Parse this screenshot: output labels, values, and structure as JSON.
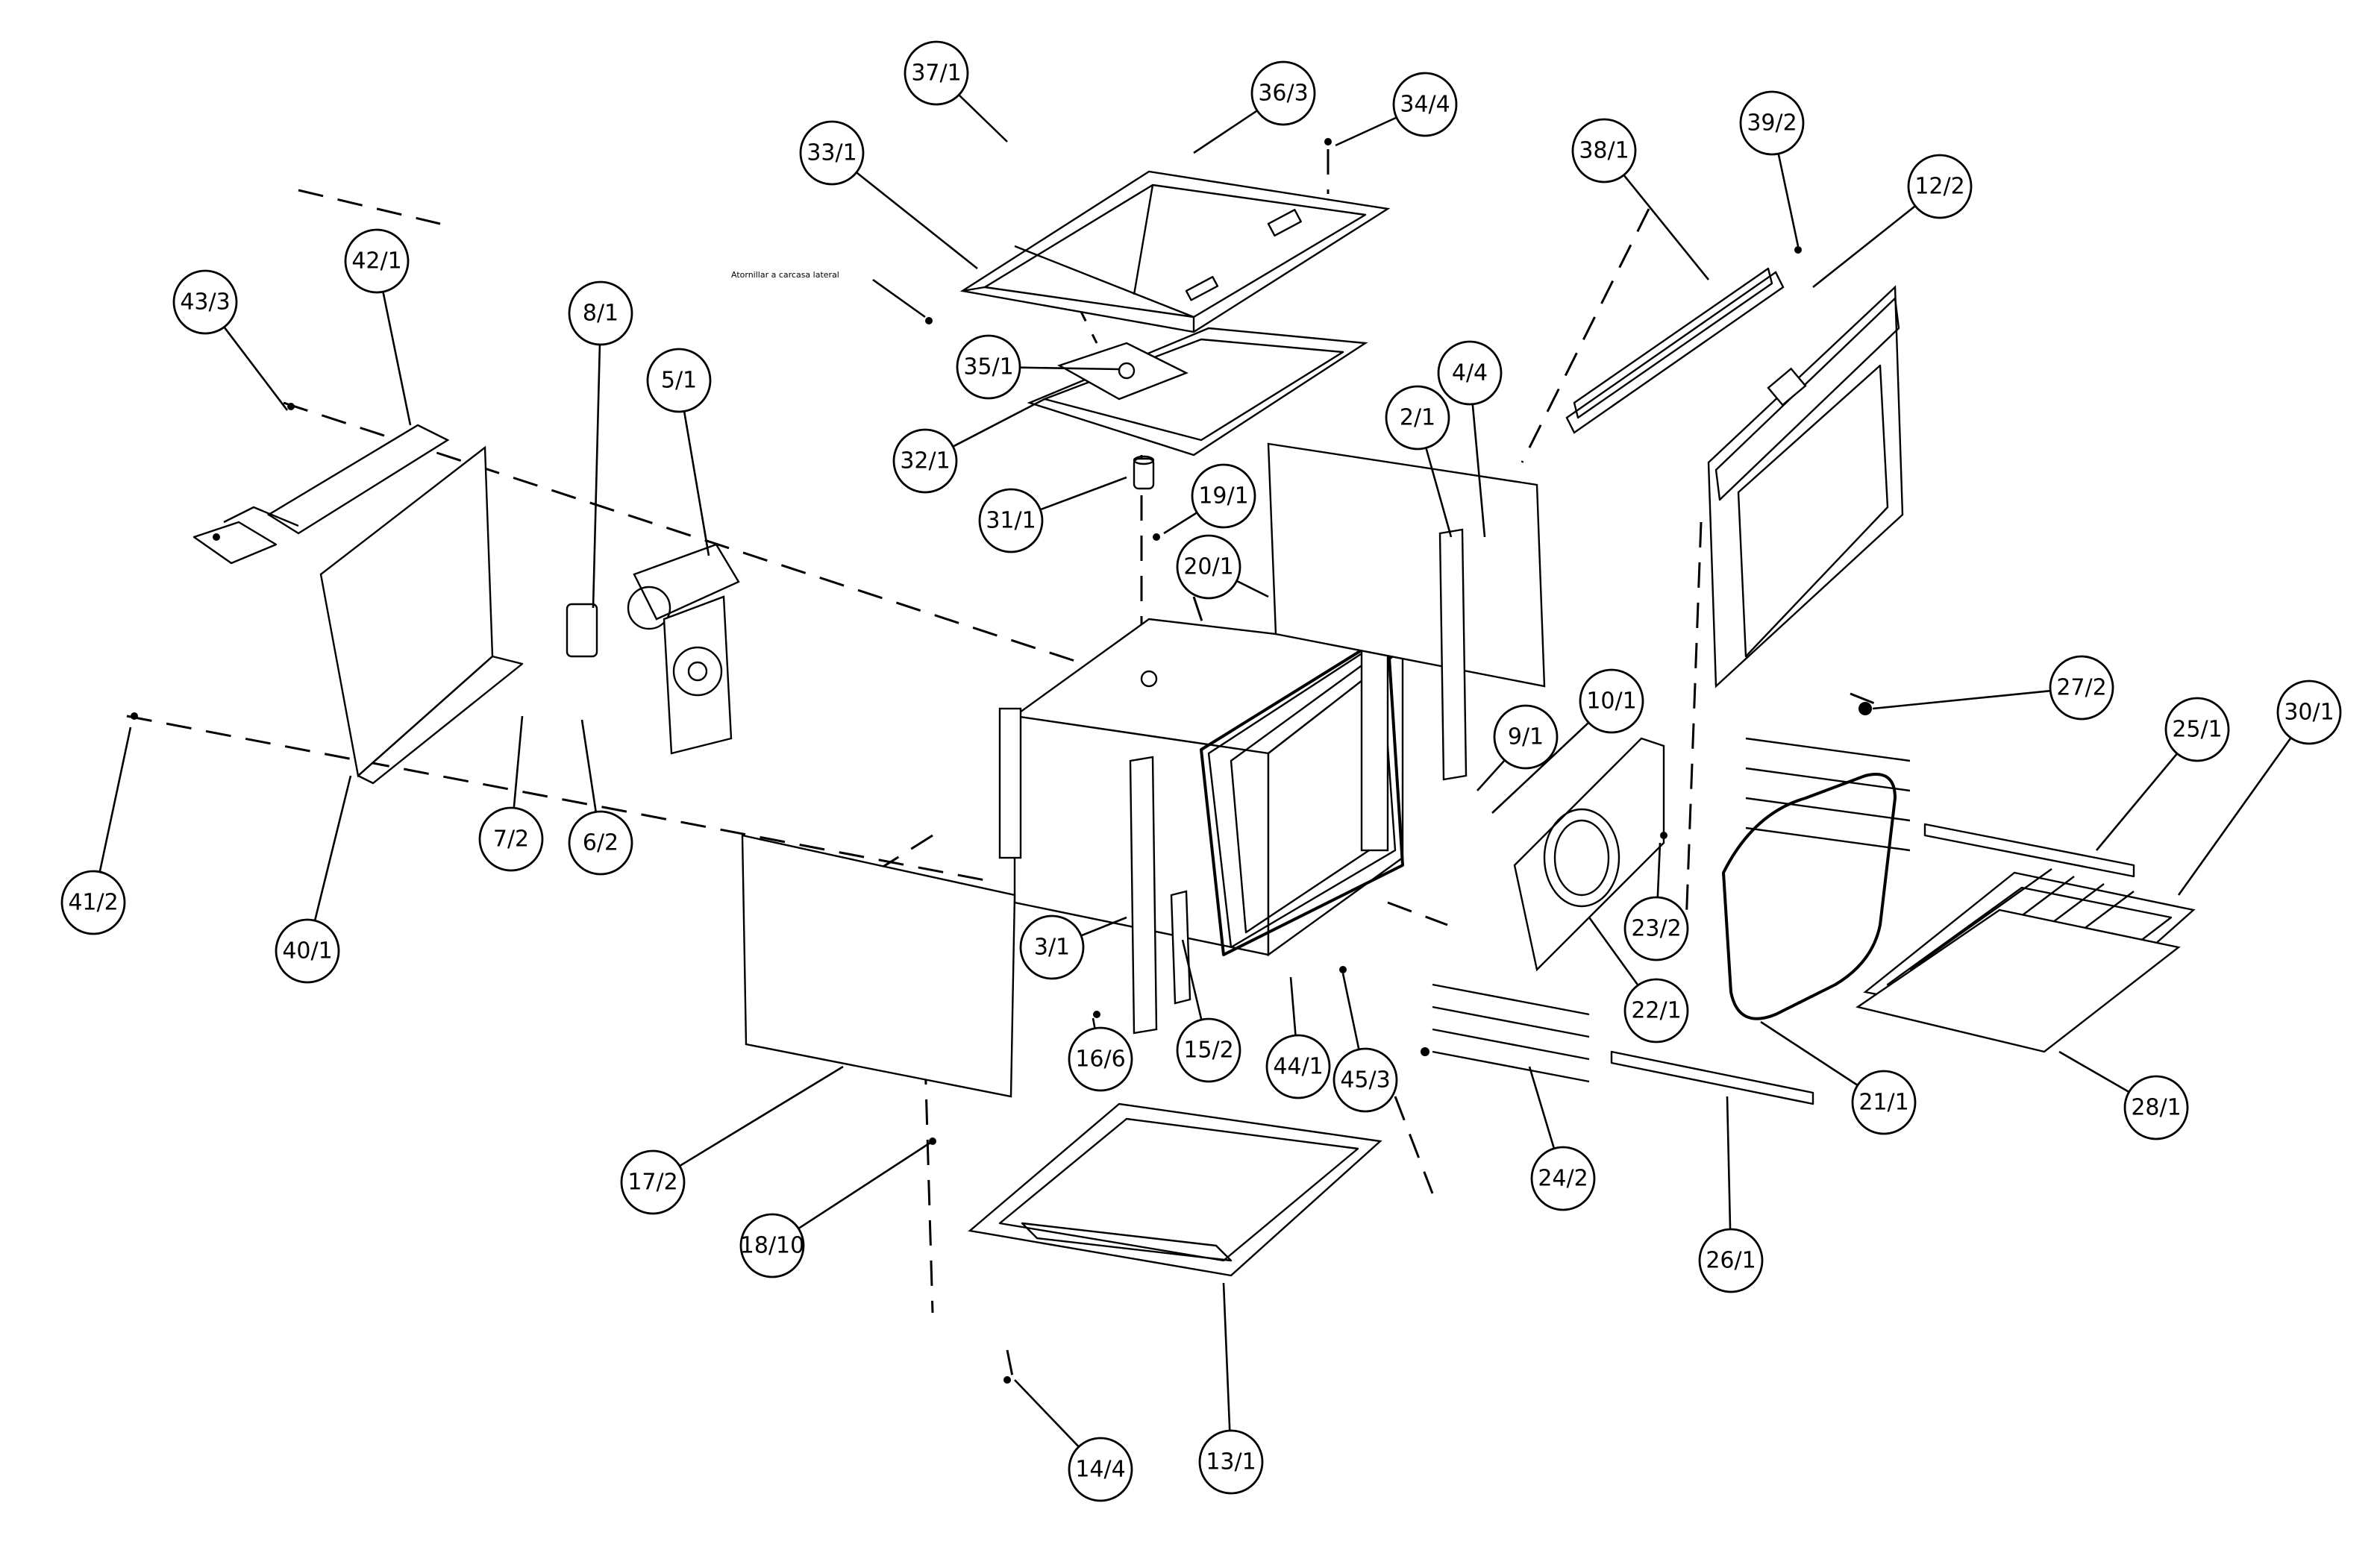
{
  "note": "Atornillar a carcasa lateral",
  "labels": {
    "p1": "37/1",
    "p2": "36/3",
    "p3": "34/4",
    "p4": "33/1",
    "p5": "38/1",
    "p6": "39/2",
    "p7": "12/2",
    "p8": "42/1",
    "p9": "43/3",
    "p10": "8/1",
    "p11": "5/1",
    "p12": "35/1",
    "p13": "32/1",
    "p14": "31/1",
    "p15": "19/1",
    "p16": "20/1",
    "p17": "2/1",
    "p18": "4/4",
    "p19": "10/1",
    "p20": "9/1",
    "p21": "27/2",
    "p22": "25/1",
    "p23": "30/1",
    "p24": "41/2",
    "p25": "40/1",
    "p26": "7/2",
    "p27": "6/2",
    "p28": "3/1",
    "p29": "16/6",
    "p30": "15/2",
    "p31": "44/1",
    "p32": "45/3",
    "p33": "23/2",
    "p34": "22/1",
    "p35": "21/1",
    "p36": "28/1",
    "p37": "17/2",
    "p38": "18/10",
    "p39": "24/2",
    "p40": "26/1",
    "p41": "13/1",
    "p42": "14/4"
  }
}
